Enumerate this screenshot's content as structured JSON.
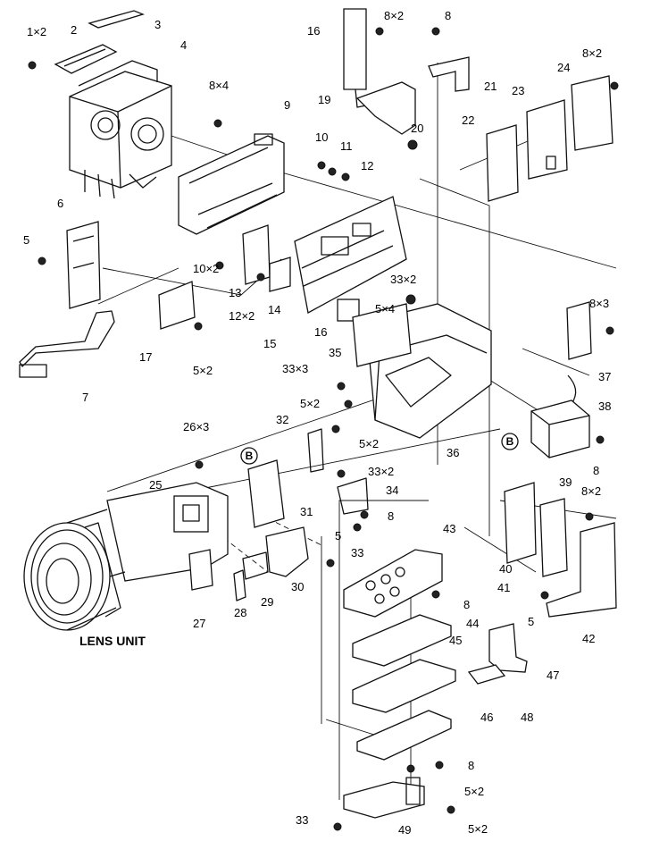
{
  "diagram": {
    "caption": "LENS UNIT",
    "reference_marks": [
      "B",
      "B"
    ],
    "callouts": [
      "1×2",
      "2",
      "3",
      "4",
      "8×4",
      "9",
      "10",
      "11",
      "12",
      "16",
      "8×2",
      "8",
      "19",
      "20",
      "21",
      "22",
      "23",
      "24",
      "8×2",
      "6",
      "5",
      "10×2",
      "13",
      "12×2",
      "14",
      "15",
      "16",
      "33×2",
      "5×4",
      "17",
      "5×2",
      "7",
      "8×3",
      "35",
      "37",
      "33×3",
      "5×2",
      "38",
      "36",
      "26×3",
      "32",
      "5×2",
      "33×2",
      "34",
      "39",
      "8",
      "8×2",
      "25",
      "31",
      "8",
      "5",
      "33",
      "43",
      "40",
      "41",
      "27",
      "28",
      "29",
      "30",
      "8",
      "5",
      "42",
      "44",
      "45",
      "47",
      "48",
      "46",
      "8",
      "5×2",
      "33",
      "49",
      "5×2"
    ]
  }
}
